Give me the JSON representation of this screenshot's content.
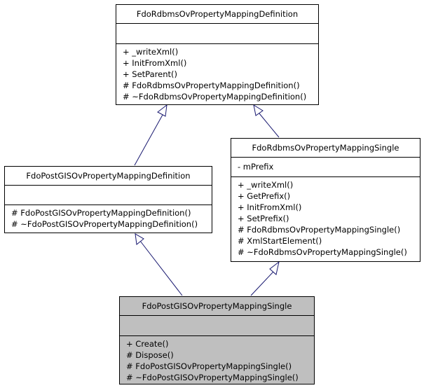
{
  "classes": {
    "base_def": {
      "name": "FdoRdbmsOvPropertyMappingDefinition",
      "attributes": [],
      "methods": [
        "+ _writeXml()",
        "+ InitFromXml()",
        "+ SetParent()",
        "# FdoRdbmsOvPropertyMappingDefinition()",
        "# ~FdoRdbmsOvPropertyMappingDefinition()"
      ]
    },
    "base_single": {
      "name": "FdoRdbmsOvPropertyMappingSingle",
      "attributes": [
        "- mPrefix"
      ],
      "methods": [
        "+ _writeXml()",
        "+ GetPrefix()",
        "+ InitFromXml()",
        "+ SetPrefix()",
        "# FdoRdbmsOvPropertyMappingSingle()",
        "# XmlStartElement()",
        "# ~FdoRdbmsOvPropertyMappingSingle()"
      ]
    },
    "pg_def": {
      "name": "FdoPostGISOvPropertyMappingDefinition",
      "attributes": [],
      "methods": [
        "# FdoPostGISOvPropertyMappingDefinition()",
        "# ~FdoPostGISOvPropertyMappingDefinition()"
      ]
    },
    "pg_single": {
      "name": "FdoPostGISOvPropertyMappingSingle",
      "attributes": [],
      "methods": [
        "+ Create()",
        "# Dispose()",
        "# FdoPostGISOvPropertyMappingSingle()",
        "# ~FdoPostGISOvPropertyMappingSingle()"
      ]
    }
  },
  "colors": {
    "edge": "#191970",
    "focus_fill": "#bfbfbf"
  }
}
